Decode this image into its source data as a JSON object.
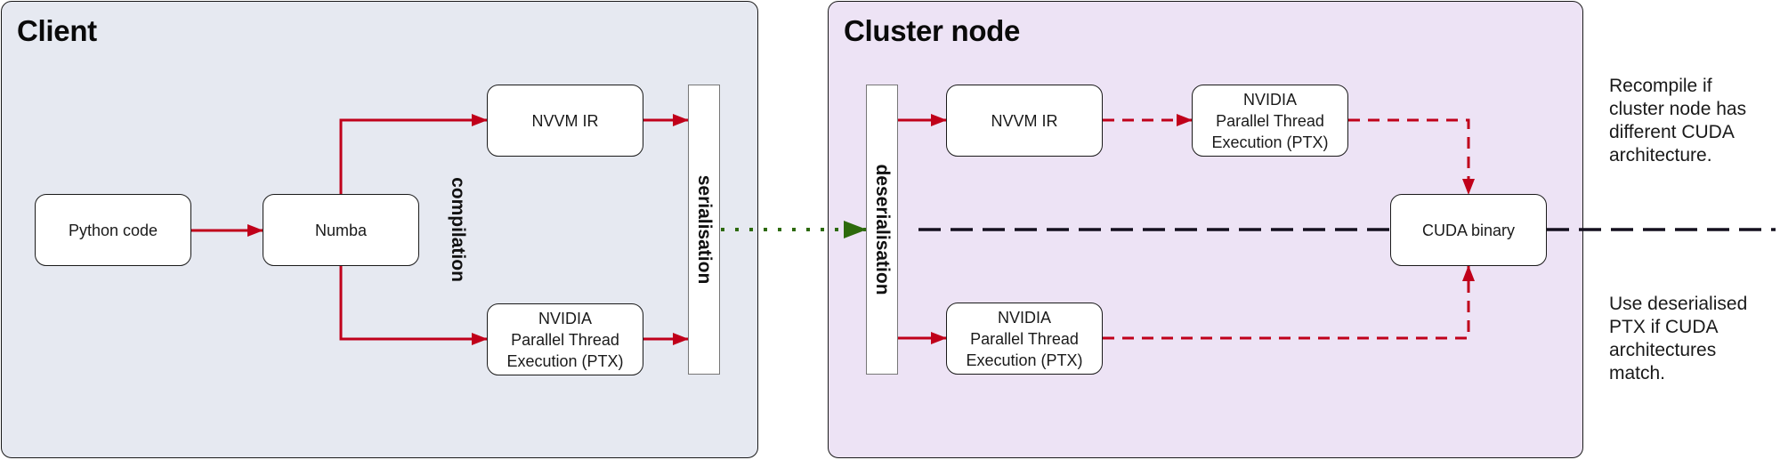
{
  "client": {
    "title": "Client",
    "boxes": {
      "python_code": "Python code",
      "numba": "Numba",
      "nvvm_ir": "NVVM IR",
      "ptx": [
        "NVIDIA",
        "Parallel Thread",
        "Execution (PTX)"
      ]
    },
    "compilation_label": "compilation",
    "serialisation_label": "serialisation"
  },
  "cluster": {
    "title": "Cluster node",
    "deserialisation_label": "deserialisation",
    "boxes": {
      "nvvm_ir": "NVVM IR",
      "ptx_compiled": [
        "NVIDIA",
        "Parallel Thread",
        "Execution (PTX)"
      ],
      "ptx_deserialised": [
        "NVIDIA",
        "Parallel Thread",
        "Execution (PTX)"
      ],
      "cuda_binary": "CUDA binary"
    }
  },
  "notes": {
    "recompile": [
      "Recompile if",
      "cluster node has",
      "different CUDA",
      "architecture."
    ],
    "use_ptx": [
      "Use deserialised",
      "PTX if CUDA",
      "architectures",
      "match."
    ]
  },
  "colors": {
    "client_bg": "#e6e9f1",
    "cluster_bg": "#ede3f5",
    "arrow_red": "#c0001a",
    "transfer_green": "#2d6a0c",
    "divider_black": "#14101e"
  }
}
